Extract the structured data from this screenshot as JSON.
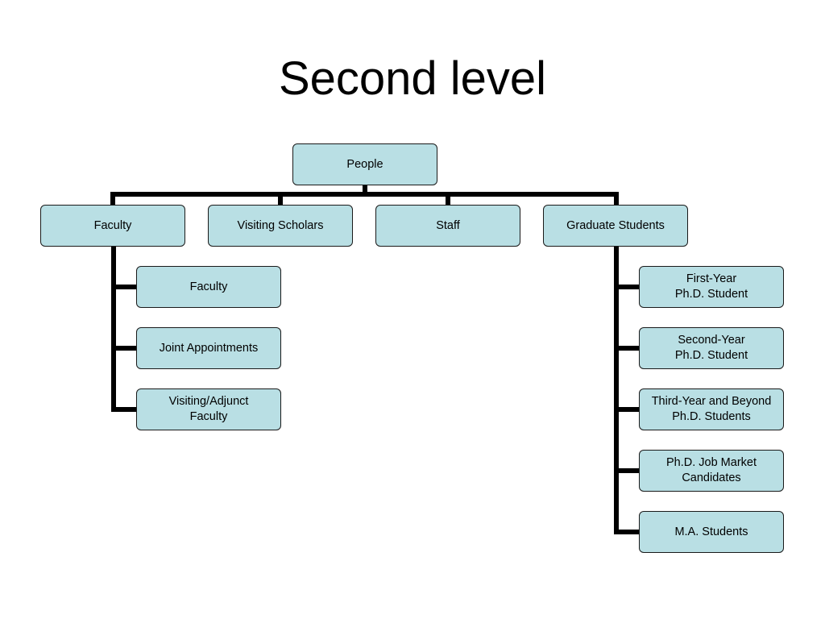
{
  "slide": {
    "title": "Second level"
  },
  "colors": {
    "node_fill": "#b9dfe4",
    "node_border": "#1a1a1a",
    "connector": "#000000"
  },
  "org_chart": {
    "root": "People",
    "level1": {
      "faculty": "Faculty",
      "visiting_scholars": "Visiting Scholars",
      "staff": "Staff",
      "graduate_students": "Graduate Students"
    },
    "faculty_children": [
      "Faculty",
      "Joint Appointments",
      "Visiting/Adjunct\nFaculty"
    ],
    "graduate_children": [
      "First-Year\nPh.D. Student",
      "Second-Year\nPh.D. Student",
      "Third-Year and Beyond\nPh.D. Students",
      "Ph.D. Job Market\nCandidates",
      "M.A. Students"
    ]
  }
}
